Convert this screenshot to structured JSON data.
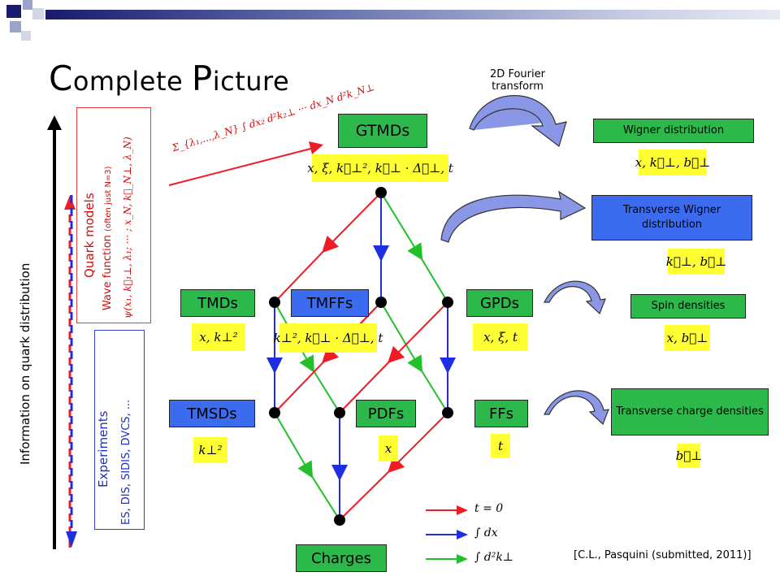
{
  "slide": {
    "title_first_cap": "C",
    "title_first_rest": "omplete ",
    "title_second_cap": "P",
    "title_second_rest": "icture"
  },
  "fourier_label": "2D Fourier transform",
  "left_axis_label": "Information on quark distribution",
  "quark_models": {
    "heading": "Quark models",
    "sub": "Wave function",
    "note": "(often just N=3)",
    "formula": "ψ(x₁, k⃗₁⊥, λ₁; ··· ; x_N, k⃗_N⊥, λ_N)"
  },
  "experiments": {
    "heading": "Experiments",
    "sub": "ES, DIS, SIDIS, DVCS, ..."
  },
  "integral_formula": "Σ_{λ₁,...,λ_N} ∫ dx₂ d²k₂⊥ ··· dx_N d²k_N⊥",
  "nodes": {
    "gtmds": "GTMDs",
    "tmds": "TMDs",
    "tmffs": "TMFFs",
    "gpds": "GPDs",
    "tmsds": "TMSDs",
    "pdfs": "PDFs",
    "ffs": "FFs",
    "charges": "Charges"
  },
  "vars": {
    "gtmds": "x, ξ, k⃗⊥², k⃗⊥ · Δ⃗⊥, t",
    "tmds": "x, k⊥²",
    "tmffs": "k⊥², k⃗⊥ · Δ⃗⊥, t",
    "gpds": "x, ξ, t",
    "tmsds": "k⊥²",
    "pdfs": "x",
    "ffs": "t"
  },
  "right_panel": {
    "wigner": "Wigner distribution",
    "wigner_vars": "x, k⃗⊥, b⃗⊥",
    "transverse_wigner": "Transverse Wigner distribution",
    "transverse_wigner_vars": "k⃗⊥, b⃗⊥",
    "spin_densities": "Spin densities",
    "spin_densities_vars": "x, b⃗⊥",
    "transverse_charge": "Transverse charge densities",
    "transverse_charge_vars": "b⃗⊥"
  },
  "legend": {
    "red": "t = 0",
    "blue": "∫ dx",
    "green": "∫ d²k⊥"
  },
  "citation": "[C.L., Pasquini (submitted, 2011)]",
  "colors": {
    "green_box": "#2db84b",
    "blue_box": "#3b6cf0",
    "yellow_box": "#ffff33",
    "red_arrow": "#ee1c24",
    "blue_arrow": "#1f2ee0",
    "green_arrow": "#22c02a",
    "axis_blue": "#1f2ee0"
  }
}
